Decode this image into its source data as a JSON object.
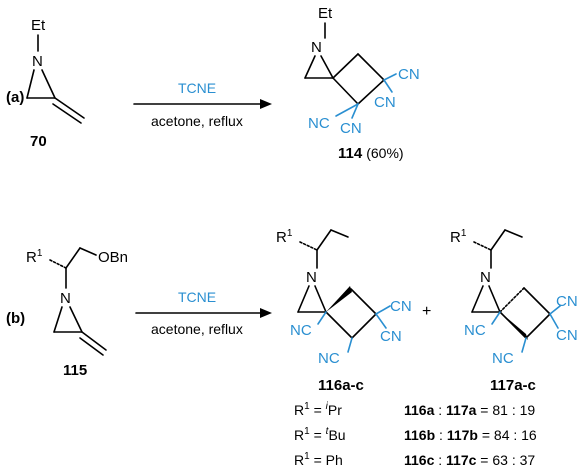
{
  "part_a": {
    "label": "(a)",
    "reagent": "TCNE",
    "conditions": "acetone, reflux",
    "substrate": {
      "number": "70",
      "n_substituent": "Et"
    },
    "product": {
      "number": "114",
      "yield": "(60%)",
      "n_substituent": "Et"
    }
  },
  "part_b": {
    "label": "(b)",
    "reagent": "TCNE",
    "conditions": "acetone, reflux",
    "substrate": {
      "number": "115",
      "substituent": "R",
      "sup": "1",
      "ether": "OBn"
    },
    "plus": "+",
    "product1": {
      "number": "116a-c"
    },
    "product2": {
      "number": "117a-c"
    },
    "ratios": [
      {
        "r": "R",
        "rsup": "1",
        "eq": " = ",
        "prefix": "i",
        "group": "Pr",
        "p1": "116a",
        "sep": " : ",
        "p2": "117a",
        "value": " = 81 : 19"
      },
      {
        "r": "R",
        "rsup": "1",
        "eq": " = ",
        "prefix": "t",
        "group": "Bu",
        "p1": "116b",
        "sep": " : ",
        "p2": "117b",
        "value": " = 84 : 16"
      },
      {
        "r": "R",
        "rsup": "1",
        "eq": " = ",
        "prefix": "",
        "group": " Ph",
        "p1": "116c",
        "sep": " : ",
        "p2": "117c",
        "value": " = 63 : 37"
      }
    ]
  },
  "atoms": {
    "n": "N",
    "cn": "CN",
    "nc": "NC"
  },
  "colors": {
    "reagent": "#2a8fd1",
    "bond": "#000000"
  }
}
